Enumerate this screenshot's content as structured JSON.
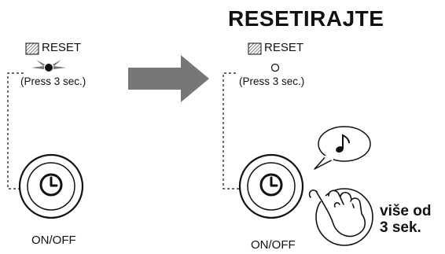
{
  "title": "RESETIRAJTE",
  "left_panel": {
    "reset_label": "RESET",
    "press_hint": "(Press 3 sec.)",
    "button_label": "ON/OFF"
  },
  "right_panel": {
    "reset_label": "RESET",
    "press_hint": "(Press 3 sec.)",
    "button_label": "ON/OFF",
    "hold_instruction": "više od 3 sek."
  },
  "icons": [
    "reset-icon",
    "indicator-lamp-on-icon",
    "indicator-lamp-off-icon",
    "clock-icon",
    "arrow-right-icon",
    "music-note-icon",
    "pressing-finger-icon"
  ]
}
